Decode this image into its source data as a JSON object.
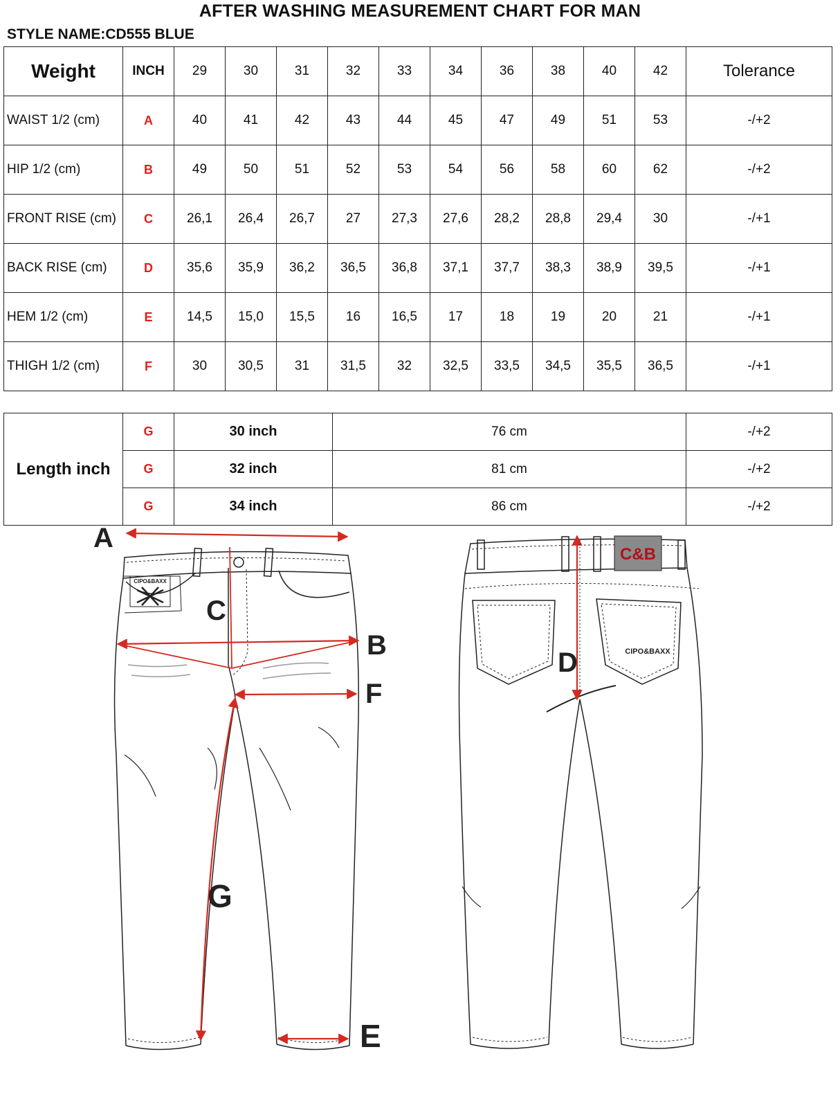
{
  "title": "AFTER WASHING MEASUREMENT CHART FOR MAN",
  "style_name": "STYLE NAME:CD555 BLUE",
  "table": {
    "weight_label": "Weight",
    "inch_label": "INCH",
    "sizes": [
      "29",
      "30",
      "31",
      "32",
      "33",
      "34",
      "36",
      "38",
      "40",
      "42"
    ],
    "tolerance_label": "Tolerance",
    "rows": [
      {
        "label": "WAIST 1/2 (cm)",
        "code": "A",
        "values": [
          "40",
          "41",
          "42",
          "43",
          "44",
          "45",
          "47",
          "49",
          "51",
          "53"
        ],
        "tolerance": "-/+2"
      },
      {
        "label": "HIP 1/2 (cm)",
        "code": "B",
        "values": [
          "49",
          "50",
          "51",
          "52",
          "53",
          "54",
          "56",
          "58",
          "60",
          "62"
        ],
        "tolerance": "-/+2"
      },
      {
        "label": "FRONT RISE (cm)",
        "code": "C",
        "values": [
          "26,1",
          "26,4",
          "26,7",
          "27",
          "27,3",
          "27,6",
          "28,2",
          "28,8",
          "29,4",
          "30"
        ],
        "tolerance": "-/+1"
      },
      {
        "label": "BACK RISE (cm)",
        "code": "D",
        "values": [
          "35,6",
          "35,9",
          "36,2",
          "36,5",
          "36,8",
          "37,1",
          "37,7",
          "38,3",
          "38,9",
          "39,5"
        ],
        "tolerance": "-/+1"
      },
      {
        "label": "HEM 1/2  (cm)",
        "code": "E",
        "values": [
          "14,5",
          "15,0",
          "15,5",
          "16",
          "16,5",
          "17",
          "18",
          "19",
          "20",
          "21"
        ],
        "tolerance": "-/+1"
      },
      {
        "label": "THIGH 1/2 (cm)",
        "code": "F",
        "values": [
          "30",
          "30,5",
          "31",
          "31,5",
          "32",
          "32,5",
          "33,5",
          "34,5",
          "35,5",
          "36,5"
        ],
        "tolerance": "-/+1"
      }
    ]
  },
  "length": {
    "label": "Length inch",
    "rows": [
      {
        "code": "G",
        "inch": "30 inch",
        "cm": "76 cm",
        "tolerance": "-/+2"
      },
      {
        "code": "G",
        "inch": "32 inch",
        "cm": "81 cm",
        "tolerance": "-/+2"
      },
      {
        "code": "G",
        "inch": "34 inch",
        "cm": "86 cm",
        "tolerance": "-/+2"
      }
    ]
  },
  "diagram": {
    "labels": {
      "a": "A",
      "b": "B",
      "c": "C",
      "d": "D",
      "e": "E",
      "f": "F",
      "g": "G"
    },
    "patch_text": "CIPO&BAXX",
    "back_patch_text": "CIPO&BAXX",
    "brand_tag": "C&B",
    "measure_color": "#d42a22"
  }
}
